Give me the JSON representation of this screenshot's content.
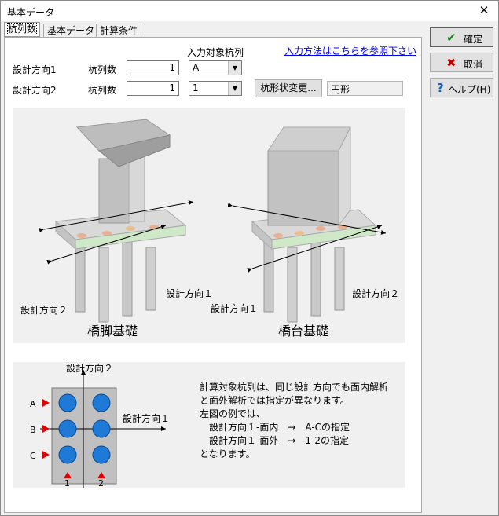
{
  "window": {
    "title": "基本データ",
    "close_glyph": "✕"
  },
  "tabs": [
    {
      "label": "杭列数",
      "selected": true
    },
    {
      "label": "基本データ",
      "selected": false
    },
    {
      "label": "計算条件",
      "selected": false
    }
  ],
  "form": {
    "target_column_header": "入力対象杭列",
    "help_link": "入力方法はこちらを参照下さい",
    "dir1": {
      "label": "設計方向1",
      "count_label": "杭列数",
      "count_value": "1",
      "target_value": "A"
    },
    "dir2": {
      "label": "設計方向2",
      "count_label": "杭列数",
      "count_value": "1",
      "target_value": "1"
    },
    "shape_button": "杭形状変更...",
    "shape_value": "円形"
  },
  "figure1": {
    "pier_caption": "橋脚基礎",
    "abutment_caption": "橋台基礎",
    "pier_dir1": "設計方向１",
    "pier_dir2": "設計方向２",
    "abut_dir1": "設計方向１",
    "abut_dir2": "設計方向２"
  },
  "figure2": {
    "axis_dir2": "設計方向２",
    "axis_dir1": "設計方向１",
    "row_labels": [
      "A",
      "B",
      "C"
    ],
    "col_labels": [
      "1",
      "2"
    ],
    "explanation": [
      "計算対象杭列は、同じ設計方向でも面内解析",
      "と面外解析では指定が異なります。",
      "左図の例では、",
      "　設計方向１-面内　→　A-Cの指定",
      "　設計方向１-面外　→　1-2の指定",
      "となります。"
    ]
  },
  "buttons": {
    "ok": "確定",
    "cancel": "取消",
    "help": "ヘルプ(H)"
  },
  "colors": {
    "accent_green": "#1a7f1a",
    "cancel_red": "#c00000",
    "help_blue": "#1060c0",
    "pile_blue": "#1e7ad6",
    "marker_red": "#e00000"
  }
}
